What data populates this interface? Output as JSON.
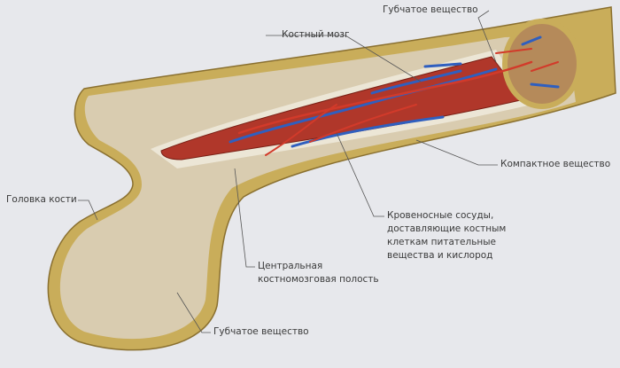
{
  "labels": {
    "spongy_top": "Губчатое вещество",
    "marrow": "Костный мозг",
    "compact": "Компактное вещество",
    "head": "Головка кости",
    "vessels": [
      "Кровеносные сосуды,",
      "доставляющие костным",
      "клеткам питательные",
      "вещества и кислород"
    ],
    "cavity": [
      "Центральная",
      "костномозговая полость"
    ],
    "spongy_bottom": "Губчатое вещество"
  },
  "colors": {
    "background": "#e7e8ec",
    "compact_bone": "#c9ad5a",
    "spongy_bone": "#d9ccb0",
    "marrow": "#b0372a",
    "vessel_blue": "#2f5fbf",
    "vessel_red": "#d23a2a"
  }
}
